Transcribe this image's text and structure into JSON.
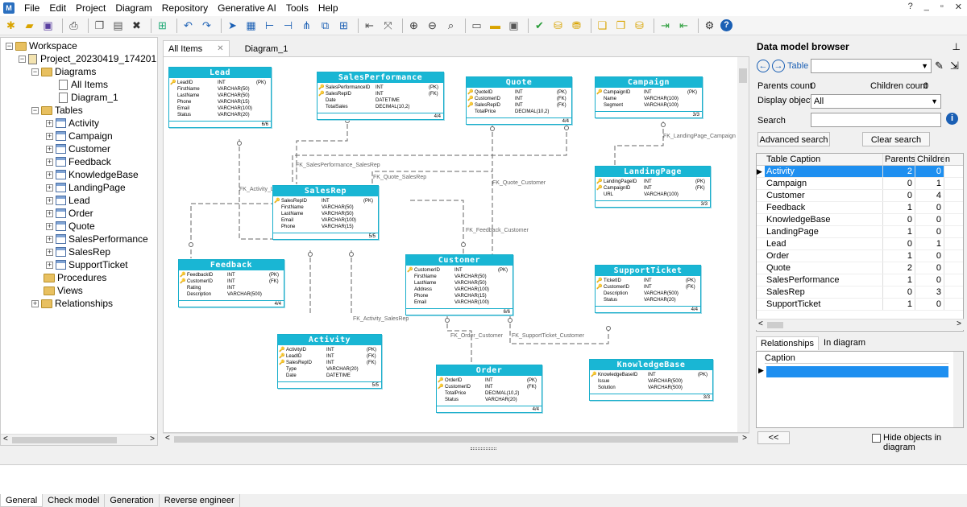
{
  "menu": [
    "File",
    "Edit",
    "Project",
    "Diagram",
    "Repository",
    "Generative AI",
    "Tools",
    "Help"
  ],
  "window_controls": [
    "?",
    "_",
    "▫",
    "✕"
  ],
  "tree": {
    "workspace": "Workspace",
    "project": "Project_20230419_174201",
    "diagrams": "Diagrams",
    "diagram_items": [
      "All Items",
      "Diagram_1"
    ],
    "tables_label": "Tables",
    "tables": [
      "Activity",
      "Campaign",
      "Customer",
      "Feedback",
      "KnowledgeBase",
      "LandingPage",
      "Lead",
      "Order",
      "Quote",
      "SalesPerformance",
      "SalesRep",
      "SupportTicket"
    ],
    "procedures": "Procedures",
    "views": "Views",
    "relationships": "Relationships"
  },
  "tabs": [
    {
      "label": "All Items",
      "close": "✕"
    },
    {
      "label": "Diagram_1"
    }
  ],
  "entities": {
    "lead": {
      "name": "Lead",
      "rows": [
        [
          "LeadID",
          "INT",
          "(PK)"
        ],
        [
          "FirstName",
          "VARCHAR(50)",
          ""
        ],
        [
          "LastName",
          "VARCHAR(50)",
          ""
        ],
        [
          "Phone",
          "VARCHAR(15)",
          ""
        ],
        [
          "Email",
          "VARCHAR(100)",
          ""
        ],
        [
          "Status",
          "VARCHAR(20)",
          ""
        ]
      ],
      "footer": "6/6"
    },
    "salesperformance": {
      "name": "SalesPerformance",
      "rows": [
        [
          "SalesPerformanceID",
          "INT",
          "(PK)"
        ],
        [
          "SalesRepID",
          "INT",
          "(FK)"
        ],
        [
          "Date",
          "DATETIME",
          ""
        ],
        [
          "TotalSales",
          "DECIMAL(10,2)",
          ""
        ]
      ],
      "footer": "4/4"
    },
    "quote": {
      "name": "Quote",
      "rows": [
        [
          "QuoteID",
          "INT",
          "(PK)"
        ],
        [
          "CustomerID",
          "INT",
          "(FK)"
        ],
        [
          "SalesRepID",
          "INT",
          "(FK)"
        ],
        [
          "TotalPrice",
          "DECIMAL(10,2)",
          ""
        ]
      ],
      "footer": "4/4"
    },
    "campaign": {
      "name": "Campaign",
      "rows": [
        [
          "CampaignID",
          "INT",
          "(PK)"
        ],
        [
          "Name",
          "VARCHAR(100)",
          ""
        ],
        [
          "Segment",
          "VARCHAR(100)",
          ""
        ]
      ],
      "footer": "3/3"
    },
    "landingpage": {
      "name": "LandingPage",
      "rows": [
        [
          "LandingPageID",
          "INT",
          "(PK)"
        ],
        [
          "CampaignID",
          "INT",
          "(FK)"
        ],
        [
          "URL",
          "VARCHAR(100)",
          ""
        ]
      ],
      "footer": "3/3"
    },
    "salesrep": {
      "name": "SalesRep",
      "rows": [
        [
          "SalesRepID",
          "INT",
          "(PK)"
        ],
        [
          "FirstName",
          "VARCHAR(50)",
          ""
        ],
        [
          "LastName",
          "VARCHAR(50)",
          ""
        ],
        [
          "Email",
          "VARCHAR(100)",
          ""
        ],
        [
          "Phone",
          "VARCHAR(15)",
          ""
        ]
      ],
      "footer": "5/5"
    },
    "feedback": {
      "name": "Feedback",
      "rows": [
        [
          "FeedbackID",
          "INT",
          "(PK)"
        ],
        [
          "CustomerID",
          "INT",
          "(FK)"
        ],
        [
          "Rating",
          "INT",
          ""
        ],
        [
          "Description",
          "VARCHAR(500)",
          ""
        ]
      ],
      "footer": "4/4"
    },
    "customer": {
      "name": "Customer",
      "rows": [
        [
          "CustomerID",
          "INT",
          "(PK)"
        ],
        [
          "FirstName",
          "VARCHAR(50)",
          ""
        ],
        [
          "LastName",
          "VARCHAR(50)",
          ""
        ],
        [
          "Address",
          "VARCHAR(100)",
          ""
        ],
        [
          "Phone",
          "VARCHAR(15)",
          ""
        ],
        [
          "Email",
          "VARCHAR(100)",
          ""
        ]
      ],
      "footer": "6/6"
    },
    "supportticket": {
      "name": "SupportTicket",
      "rows": [
        [
          "TicketID",
          "INT",
          "(PK)"
        ],
        [
          "CustomerID",
          "INT",
          "(FK)"
        ],
        [
          "Description",
          "VARCHAR(500)",
          ""
        ],
        [
          "Status",
          "VARCHAR(20)",
          ""
        ]
      ],
      "footer": "4/4"
    },
    "activity": {
      "name": "Activity",
      "rows": [
        [
          "ActivityID",
          "INT",
          "(PK)"
        ],
        [
          "LeadID",
          "INT",
          "(FK)"
        ],
        [
          "SalesRepID",
          "INT",
          "(FK)"
        ],
        [
          "Type",
          "VARCHAR(20)",
          ""
        ],
        [
          "Date",
          "DATETIME",
          ""
        ]
      ],
      "footer": "5/5"
    },
    "order": {
      "name": "Order",
      "rows": [
        [
          "OrderID",
          "INT",
          "(PK)"
        ],
        [
          "CustomerID",
          "INT",
          "(FK)"
        ],
        [
          "TotalPrice",
          "DECIMAL(10,2)",
          ""
        ],
        [
          "Status",
          "VARCHAR(20)",
          ""
        ]
      ],
      "footer": "4/4"
    },
    "knowledgebase": {
      "name": "KnowledgeBase",
      "rows": [
        [
          "KnowledgeBaseID",
          "INT",
          "(PK)"
        ],
        [
          "Issue",
          "VARCHAR(500)",
          ""
        ],
        [
          "Solution",
          "VARCHAR(500)",
          ""
        ]
      ],
      "footer": "3/3"
    }
  },
  "relationship_labels": {
    "fk_salesperf_salesrep": "FK_SalesPerformance_SalesRep",
    "fk_quote_salesrep": "FK_Quote_SalesRep",
    "fk_quote_customer": "FK_Quote_Customer",
    "fk_landingpage_campaign": "FK_LandingPage_Campaign",
    "fk_activity_lead": "FK_Activity_Le",
    "fk_feedback_customer": "FK_Feedback_Customer",
    "fk_activity_salesrep": "FK_Activity_SalesRep",
    "fk_order_customer": "FK_Order_Customer",
    "fk_supportticket_customer": "FK_SupportTicket_Customer"
  },
  "browser": {
    "title": "Data model browser",
    "nav_label": "Table",
    "parents_label": "Parents count",
    "parents_value": "0",
    "children_label": "Children count",
    "children_value": "0",
    "display_label": "Display objects",
    "display_value": "All",
    "search_label": "Search",
    "search_value": "",
    "advanced_search": "Advanced search",
    "clear_search": "Clear search",
    "columns": [
      "Table Caption",
      "Parents",
      "Children"
    ],
    "rows": [
      [
        "Activity",
        "2",
        "0"
      ],
      [
        "Campaign",
        "0",
        "1"
      ],
      [
        "Customer",
        "0",
        "4"
      ],
      [
        "Feedback",
        "1",
        "0"
      ],
      [
        "KnowledgeBase",
        "0",
        "0"
      ],
      [
        "LandingPage",
        "1",
        "0"
      ],
      [
        "Lead",
        "0",
        "1"
      ],
      [
        "Order",
        "1",
        "0"
      ],
      [
        "Quote",
        "2",
        "0"
      ],
      [
        "SalesPerformance",
        "1",
        "0"
      ],
      [
        "SalesRep",
        "0",
        "3"
      ],
      [
        "SupportTicket",
        "1",
        "0"
      ]
    ],
    "lower_tabs": [
      "Relationships",
      "In diagram"
    ],
    "lower_column": "Caption",
    "back_button": "<<",
    "hide_objects": "Hide objects in diagram"
  },
  "bottom_tabs": [
    "General",
    "Check model",
    "Generation",
    "Reverse engineer"
  ]
}
